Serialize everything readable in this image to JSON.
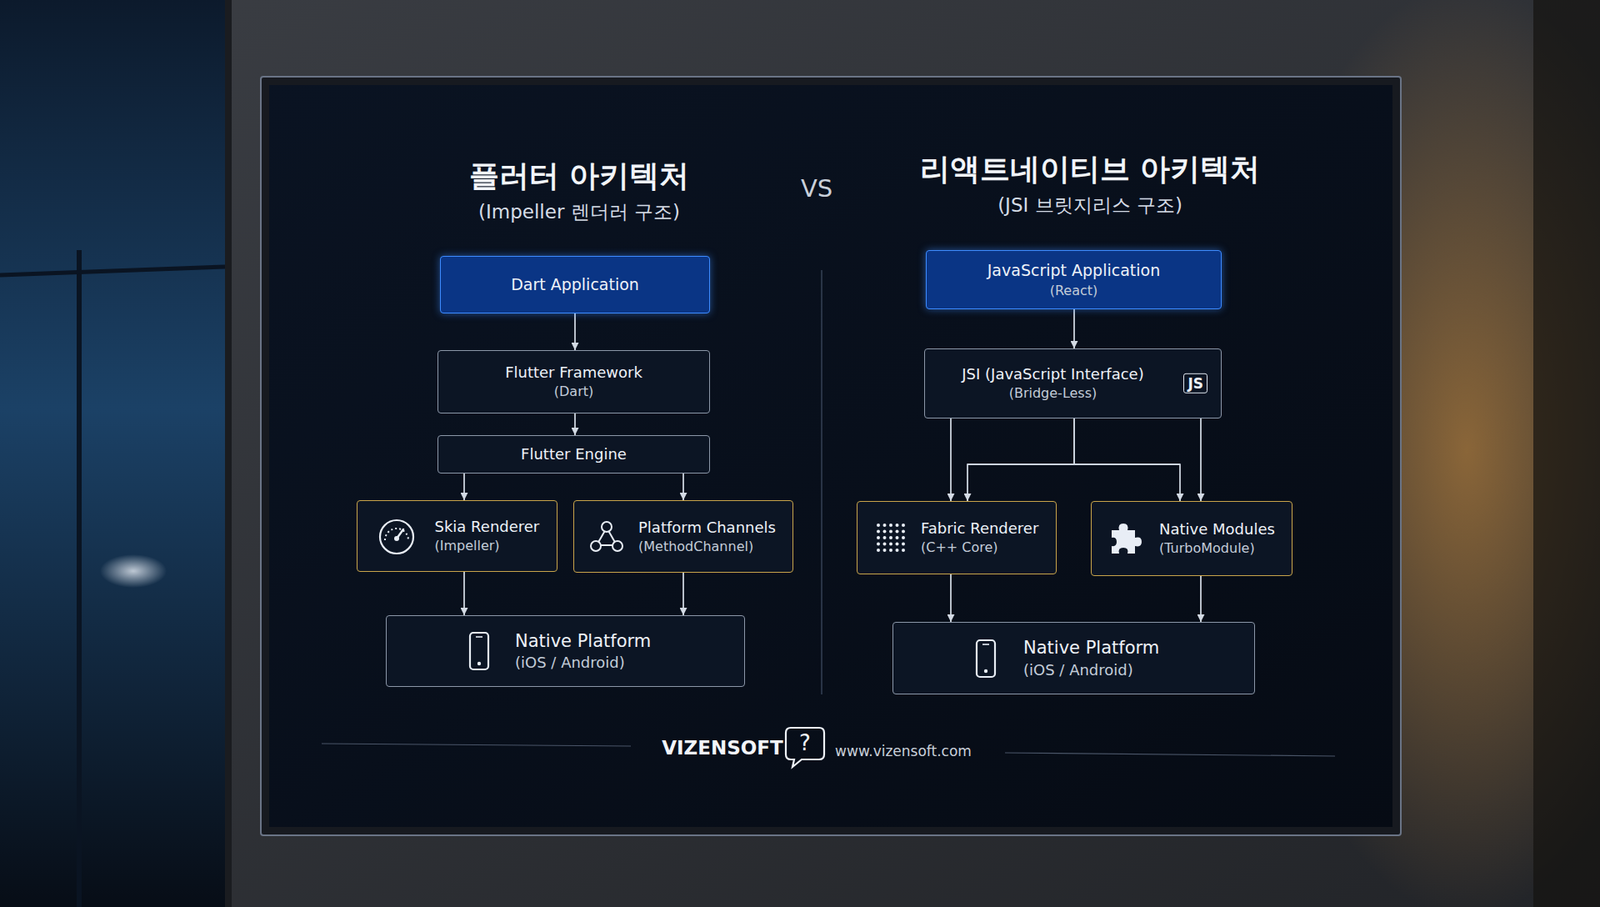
{
  "diagram": {
    "nodes": [
      {
        "text": [
          "Dart Application"
        ]
      },
      {
        "text": [
          "Flutter Framework",
          "(Dart)"
        ]
      },
      {
        "text": [
          "Flutter Engine"
        ]
      },
      {
        "text": [
          "Skia Renderer",
          "(Impeller)"
        ]
      },
      {
        "text": [
          "Platform Channels",
          "(MethodChannel)"
        ]
      },
      {
        "text": [
          "Native Platform",
          "(iOS / Android)"
        ]
      },
      {
        "text": [
          "JavaScript Application",
          "(React)"
        ]
      },
      {
        "text": [
          "JSI (JavaScript Interface)",
          "(Bridge-Less)",
          "JS"
        ]
      },
      {
        "text": [
          "Fabric Renderer",
          "(C++ Core)"
        ]
      },
      {
        "text": [
          "Native Modules",
          "(TurboModule)"
        ]
      },
      {
        "text": [
          "Native Platform",
          "(iOS / Android)"
        ]
      }
    ],
    "edges": [
      {
        "from": 0,
        "to": 1,
        "arrow": "to"
      },
      {
        "from": 1,
        "to": 2,
        "arrow": "to"
      },
      {
        "from": 2,
        "to": 3,
        "arrow": "to"
      },
      {
        "from": 2,
        "to": 4,
        "arrow": "to"
      },
      {
        "from": 3,
        "to": 5,
        "arrow": "to"
      },
      {
        "from": 4,
        "to": 5,
        "arrow": "to"
      },
      {
        "from": 6,
        "to": 7,
        "arrow": "to"
      },
      {
        "from": 7,
        "to": 8,
        "arrow": "to"
      },
      {
        "from": 7,
        "to": 9,
        "arrow": "to"
      },
      {
        "from": 7,
        "to": 8,
        "arrow": "to"
      },
      {
        "from": 7,
        "to": 9,
        "arrow": "to"
      },
      {
        "from": 8,
        "to": 10,
        "arrow": "to"
      },
      {
        "from": 9,
        "to": 10,
        "arrow": "to"
      }
    ],
    "labels": [
      "플러터 아키텍처",
      "(Impeller 렌더러 구조)",
      "VS",
      "리액트네이티브 아키텍처",
      "(JSI 브릿지리스 구조)",
      "VIZENSOFT",
      "?",
      "www.vizensoft.com"
    ]
  }
}
